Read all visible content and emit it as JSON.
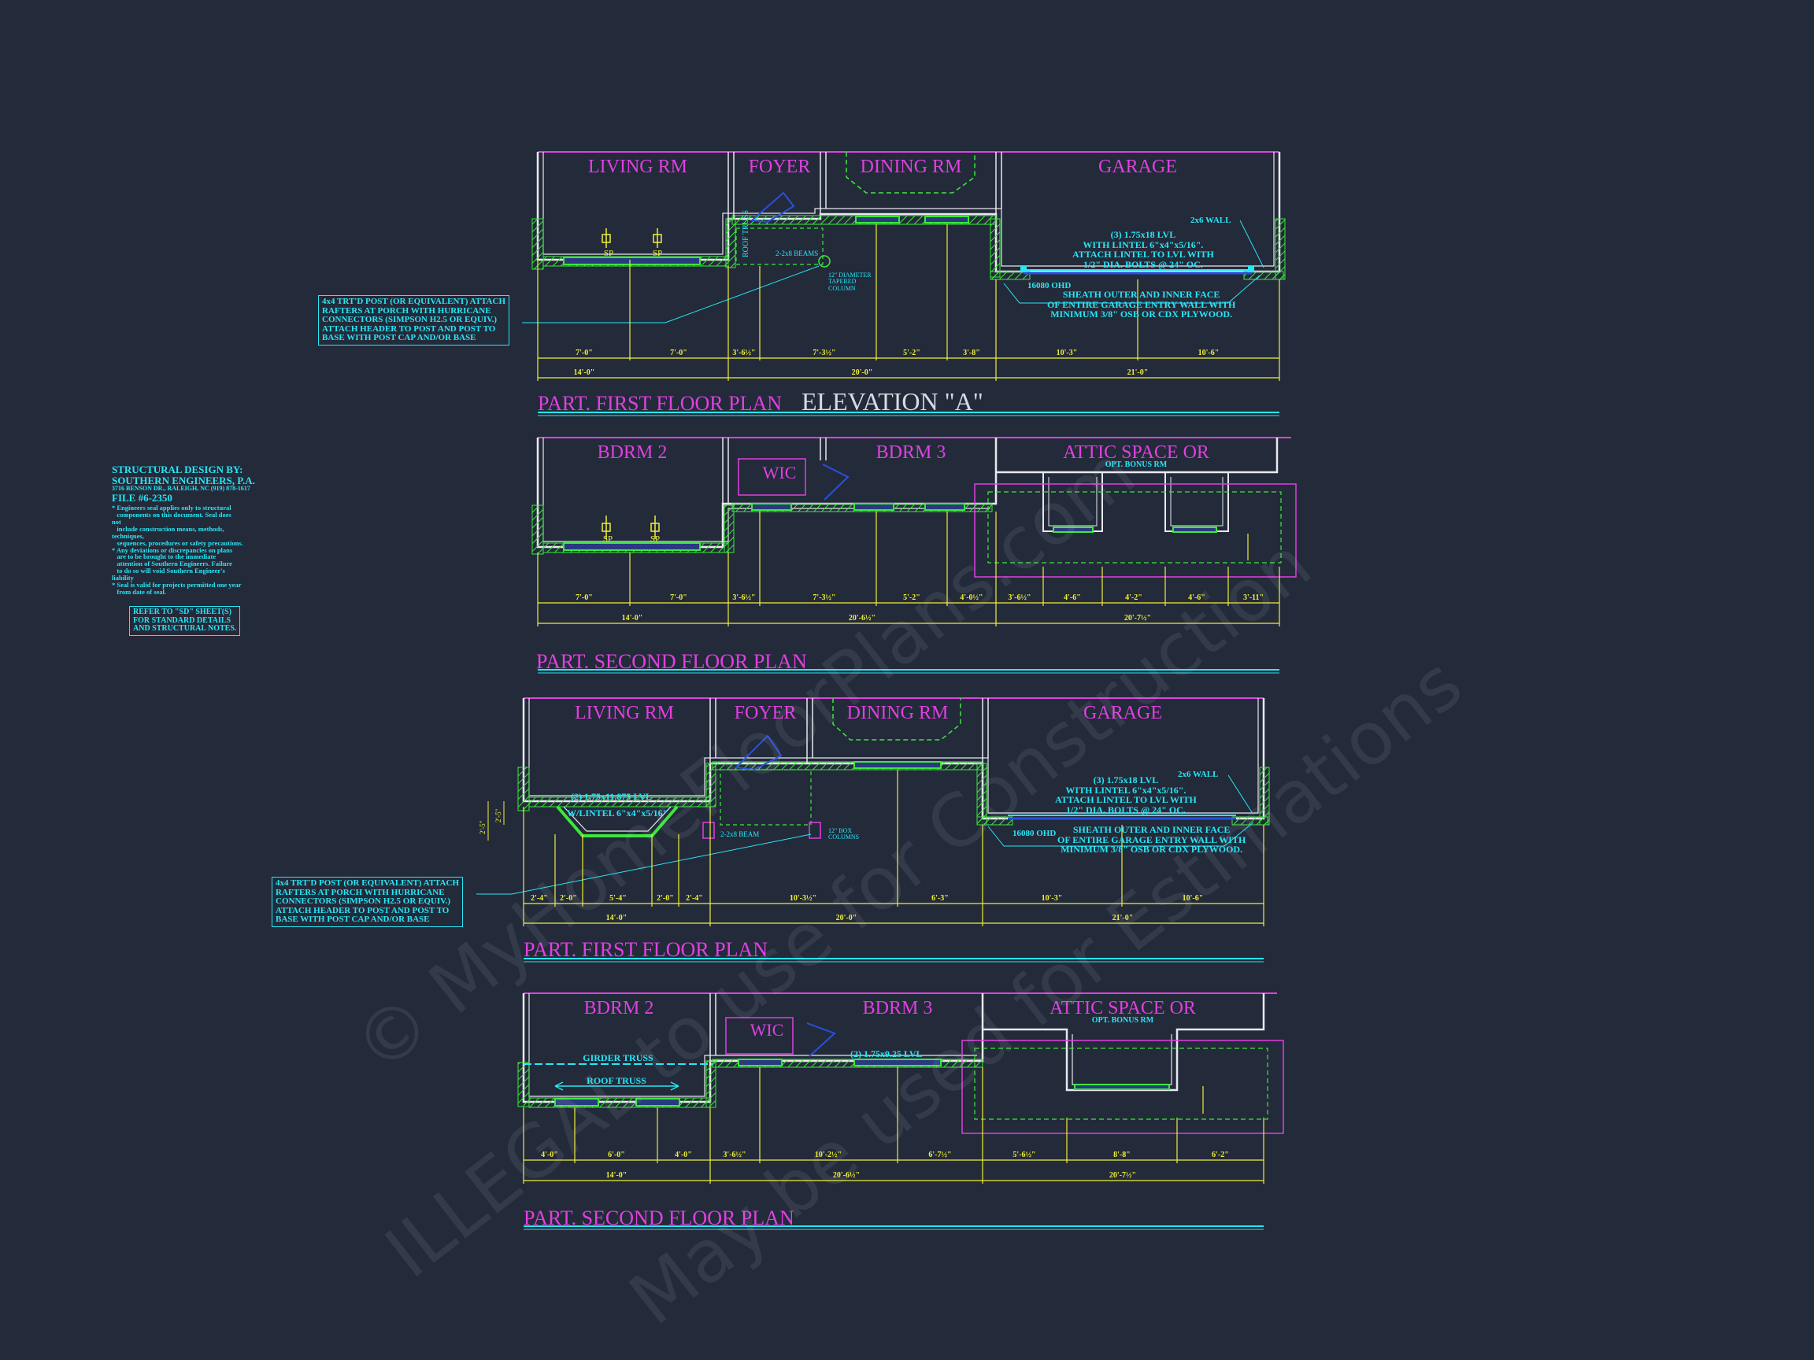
{
  "panels": [
    {
      "title": "PART. FIRST FLOOR PLAN",
      "subtitle": "ELEVATION \"A\"",
      "rooms": [
        "LIVING RM",
        "FOYER",
        "DINING RM",
        "GARAGE"
      ],
      "dims_top": [
        "7'-0\"",
        "7'-0\"",
        "3'-6½\"",
        "7'-3½\"",
        "5'-2\"",
        "3'-8\"",
        "10'-3\"",
        "10'-6\""
      ],
      "dims_bottom": [
        "14'-0\"",
        "20'-0\"",
        "21'-0\""
      ]
    },
    {
      "title": "PART. SECOND FLOOR PLAN",
      "rooms": [
        "BDRM 2",
        "BDRM 3",
        "ATTIC SPACE OR",
        "WIC"
      ],
      "subroom": "OPT. BONUS RM",
      "dims_top": [
        "7'-0\"",
        "7'-0\"",
        "3'-6½\"",
        "7'-3½\"",
        "5'-2\"",
        "4'-0½\"",
        "3'-6½\"",
        "4'-6\"",
        "4'-2\"",
        "4'-6\"",
        "3'-11\""
      ],
      "dims_bottom": [
        "14'-0\"",
        "20'-6½\"",
        "20'-7½\""
      ]
    },
    {
      "title": "PART. FIRST FLOOR PLAN",
      "rooms": [
        "LIVING RM",
        "FOYER",
        "DINING RM",
        "GARAGE"
      ],
      "dims_top": [
        "2'-4\"",
        "2'-0\"",
        "5'-4\"",
        "2'-0\"",
        "2'-4\"",
        "10'-3½\"",
        "6'-3\"",
        "10'-3\"",
        "10'-6\""
      ],
      "dims_bottom": [
        "14'-0\"",
        "20'-0\"",
        "21'-0\""
      ]
    },
    {
      "title": "PART. SECOND FLOOR PLAN",
      "rooms": [
        "BDRM 2",
        "BDRM 3",
        "ATTIC SPACE OR",
        "WIC"
      ],
      "subroom": "OPT. BONUS RM",
      "dims_top": [
        "4'-0\"",
        "6'-0\"",
        "4'-0\"",
        "3'-6½\"",
        "10'-2½\"",
        "6'-7½\"",
        "5'-6½\"",
        "8'-8\"",
        "6'-2\""
      ],
      "dims_bottom": [
        "14'-0\"",
        "20'-6½\"",
        "20'-7½\""
      ]
    }
  ],
  "notes": {
    "porch_note": "4x4 TRT'D POST (OR EQUIVALENT) ATTACH\nRAFTERS AT PORCH WITH HURRICANE\nCONNECTORS (SIMPSON H2.5 OR EQUIV.)\nATTACH HEADER TO POST AND POST TO\nBASE WITH POST CAP AND/OR BASE",
    "garage_lvl": "(3) 1.75x18 LVL\nWITH LINTEL 6\"x4\"x5/16\".\nATTACH LINTEL TO LVL WITH\n1/2\" DIA. BOLTS @ 24\" OC.",
    "wall_2x6": "2x6 WALL",
    "ohd": "16080 OHD",
    "sheath": "SHEATH OUTER AND INNER FACE\nOF ENTIRE GARAGE ENTRY WALL WITH\nMINIMUM 3/8\" OSB OR CDX PLYWOOD.",
    "beams": "2-2x8 BEAMS",
    "column_1": "12\" DIAMETER\nTAPERED\nCOLUMN",
    "column_2": "12\" BOX\nCOLUMNS",
    "beam_1": "2-2x8 BEAM",
    "lvl_living": "(2) 1.75x11.875 LVL",
    "lintel": "W/LINTEL 6\"x4\"x5/16\"",
    "girder": "GIRDER TRUSS",
    "roof_truss": "ROOF TRUSS",
    "lvl_bdrm": "(2) 1.75x9.25 LVL",
    "sp": "SP",
    "roof_truss_v": "ROOF TRUSS"
  },
  "engineer": {
    "heading": "STRUCTURAL DESIGN BY:\nSOUTHERN ENGINEERS, P.A.",
    "address": "3716 BENSON DR., RALEIGH, NC (919) 878-1617",
    "file": "FILE #6-2350",
    "body": "* Engineers seal applies only to structural\n   components on this document. Seal does\nnot\n   include construction means, methods,\ntechniques,\n   sequences, procedures or safety precautions.\n* Any deviations or discrepancies on plans\n   are to be brought to the immediate\n   attention of Southern Engineers. Failure\n   to do so will void Southern Engineer's\nliability\n* Seal is valid for projects permitted one year\n   from date of seal.",
    "refer": "REFER TO \"SD\" SHEET(S)\nFOR STANDARD DETAILS\nAND STRUCTURAL NOTES."
  },
  "watermarks": [
    "© MyHomeFloorPlans.com",
    "ILLEGAL to use for Construction",
    "May be used for Estimations"
  ],
  "colors": {
    "background": "#232a3a",
    "room_label": "#e040e0",
    "wall": "#e8e8ee",
    "hatch": "#3ce83c",
    "dimension": "#f0f038",
    "note": "#28e6f5",
    "header": "#2850e0"
  }
}
